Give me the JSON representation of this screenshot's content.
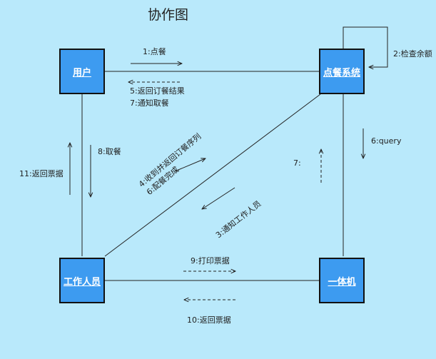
{
  "title": "协作图",
  "nodes": {
    "user": "用户",
    "order_system": "点餐系统",
    "staff": "工作人员",
    "kiosk": "一体机"
  },
  "messages": {
    "m1": "1:点餐",
    "m2": "2:检查余额",
    "m3": "3:通知工作人员",
    "m4": "4:收到并返回订餐序列",
    "m5": "5:返回订餐结果",
    "m6": "6:配餐完成",
    "m6b": "6:query",
    "m7": "7:通知取餐",
    "m7b": "7:",
    "m8": "8:取餐",
    "m9": "9:打印票据",
    "m10": "10:返回票据",
    "m11": "11:返回票据"
  },
  "colors": {
    "background": "#b9e9fb",
    "node_fill": "#3d9bf0",
    "line": "#222222"
  }
}
